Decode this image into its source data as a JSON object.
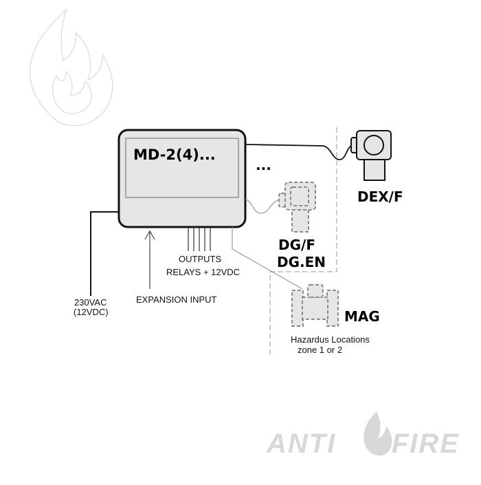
{
  "device": {
    "label": "MD-2(4)..."
  },
  "ellipsis": "...",
  "detectors": {
    "dex": "DEX/F",
    "dg_line1": "DG/F",
    "dg_line2": "DG.EN",
    "mag": "MAG"
  },
  "labels": {
    "outputs": "OUTPUTS",
    "relays": "RELAYS + 12VDC",
    "power_line1": "230VAC",
    "power_line2": "(12VDC)",
    "expansion": "EXPANSION INPUT",
    "hazard_line1": "Hazardus Locations",
    "hazard_line2": "zone 1 or 2"
  },
  "brand": {
    "word1": "ANTI",
    "word2": "FIRE"
  },
  "colors": {
    "device_fill": "#e6e6e6",
    "device_stroke": "#111111",
    "detector_gray": "#8a8a8a",
    "watermark": "#d8d8d8"
  }
}
